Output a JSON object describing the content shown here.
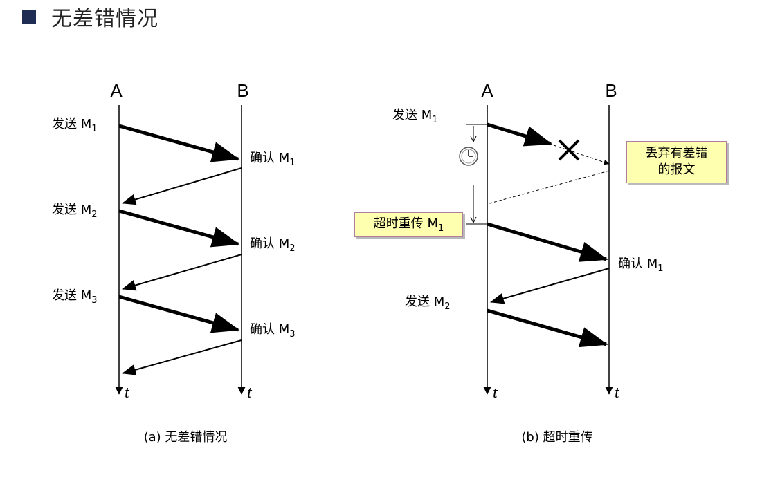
{
  "heading": {
    "text": "无差错情况"
  },
  "diagram_a": {
    "col_a": "A",
    "col_b": "B",
    "time_label": "t",
    "send": [
      {
        "label": "发送 M",
        "sub": "1"
      },
      {
        "label": "发送 M",
        "sub": "2"
      },
      {
        "label": "发送 M",
        "sub": "3"
      }
    ],
    "ack": [
      {
        "label": "确认 M",
        "sub": "1"
      },
      {
        "label": "确认 M",
        "sub": "2"
      },
      {
        "label": "确认 M",
        "sub": "3"
      }
    ],
    "caption": "(a) 无差错情况"
  },
  "diagram_b": {
    "col_a": "A",
    "col_b": "B",
    "time_label": "t",
    "send1": {
      "label": "发送 M",
      "sub": "1"
    },
    "discard_note": {
      "line1": "丢弃有差错",
      "line2": "的报文"
    },
    "retransmit_note": {
      "label": "超时重传 M",
      "sub": "1"
    },
    "ack1": {
      "label": "确认 M",
      "sub": "1"
    },
    "send2": {
      "label": "发送 M",
      "sub": "2"
    },
    "caption": "(b) 超时重传"
  },
  "icons": {
    "timer": "clock-icon",
    "lost": "cross-icon"
  }
}
